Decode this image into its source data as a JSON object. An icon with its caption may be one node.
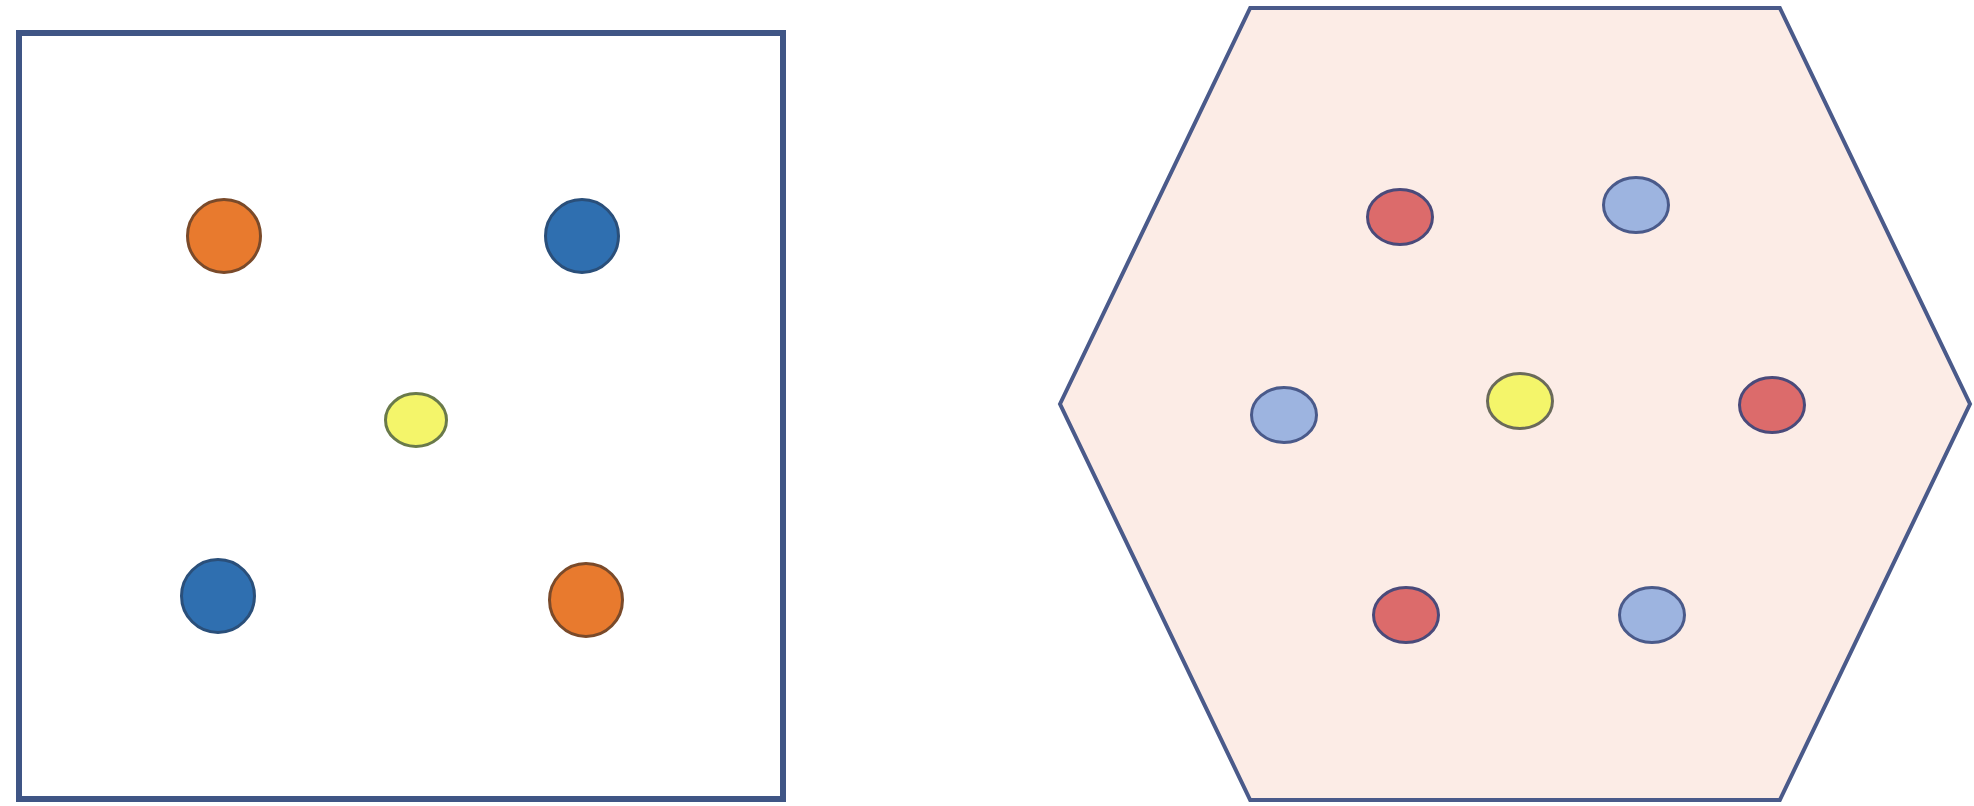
{
  "diagram": {
    "nodes": [
      {
        "text": [],
        "shape": "box"
      },
      {
        "text": [],
        "shape": "circle",
        "in": 0
      },
      {
        "text": [],
        "shape": "circle",
        "in": 0
      },
      {
        "text": [],
        "shape": "circle",
        "in": 0
      },
      {
        "text": [],
        "shape": "circle",
        "in": 0
      },
      {
        "text": [],
        "shape": "circle",
        "in": 0
      },
      {
        "text": [],
        "shape": "hexagon"
      },
      {
        "text": [],
        "shape": "circle",
        "in": 6
      },
      {
        "text": [],
        "shape": "circle",
        "in": 6
      },
      {
        "text": [],
        "shape": "circle",
        "in": 6
      },
      {
        "text": [],
        "shape": "circle",
        "in": 6
      },
      {
        "text": [],
        "shape": "circle",
        "in": 6
      },
      {
        "text": [],
        "shape": "circle",
        "in": 6
      },
      {
        "text": [],
        "shape": "circle",
        "in": 6
      }
    ]
  }
}
